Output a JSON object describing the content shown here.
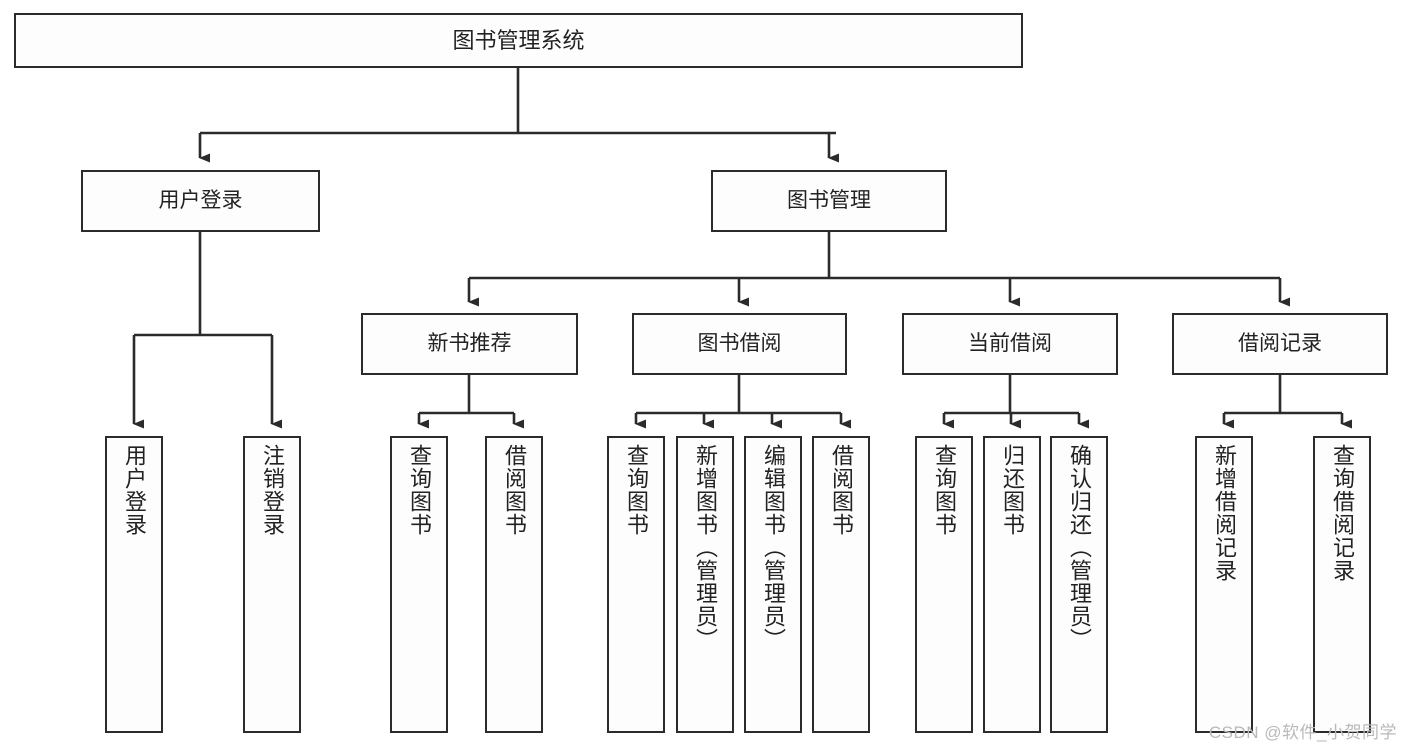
{
  "diagram": {
    "title": "图书管理系统",
    "type": "hierarchy-tree",
    "root": {
      "label": "图书管理系统"
    },
    "level2": [
      {
        "label": "用户登录"
      },
      {
        "label": "图书管理"
      }
    ],
    "level3": [
      {
        "label": "新书推荐"
      },
      {
        "label": "图书借阅"
      },
      {
        "label": "当前借阅"
      },
      {
        "label": "借阅记录"
      }
    ],
    "leaves": {
      "user_login": [
        {
          "label": "用户登录"
        },
        {
          "label": "注销登录"
        }
      ],
      "new_book_recommend": [
        {
          "label": "查询图书"
        },
        {
          "label": "借阅图书"
        }
      ],
      "book_borrow": [
        {
          "label": "查询图书"
        },
        {
          "label": "新增图书（管理员）"
        },
        {
          "label": "编辑图书（管理员）"
        },
        {
          "label": "借阅图书"
        }
      ],
      "current_borrow": [
        {
          "label": "查询图书"
        },
        {
          "label": "归还图书"
        },
        {
          "label": "确认归还（管理员）"
        }
      ],
      "borrow_record": [
        {
          "label": "新增借阅记录"
        },
        {
          "label": "查询借阅记录"
        }
      ]
    }
  },
  "watermark": {
    "text": "CSDN @软件_小贺同学"
  },
  "colors": {
    "border": "#2b2b2b",
    "box_fill": "#fdfdfd",
    "text": "#222222",
    "watermark": "#b9b9b9",
    "background": "#ffffff"
  }
}
